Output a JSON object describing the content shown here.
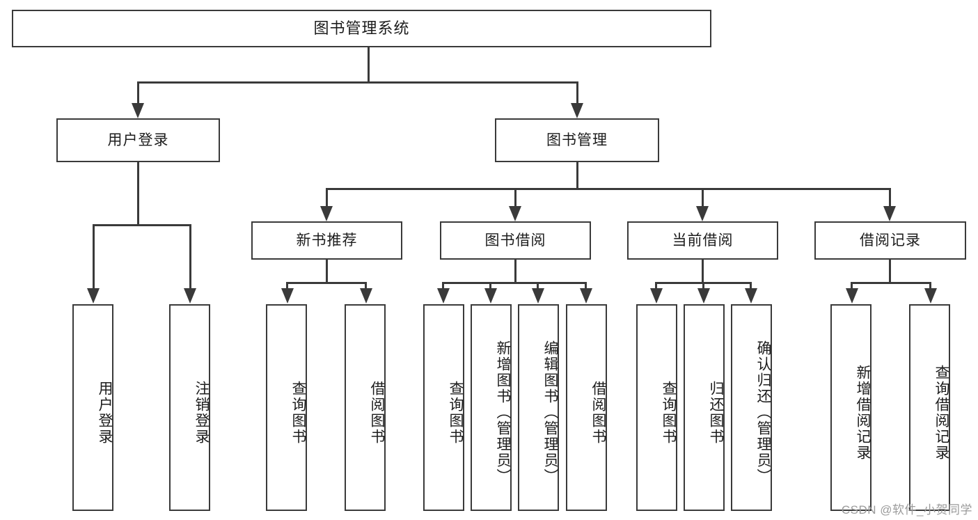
{
  "diagram": {
    "title": "图书管理系统",
    "type": "hierarchy-tree",
    "watermark": "CSDN @软件_小贺同学",
    "accent_color": "#3a3a3a",
    "background_color": "#ffffff",
    "text_color": "#1c1c1c",
    "watermark_color": "#9b9b9b"
  },
  "nodes": {
    "root": {
      "label": "图书管理系统"
    },
    "level2": [
      {
        "label": "用户登录"
      },
      {
        "label": "图书管理"
      }
    ],
    "level3": [
      {
        "label": "新书推荐"
      },
      {
        "label": "图书借阅"
      },
      {
        "label": "当前借阅"
      },
      {
        "label": "借阅记录"
      }
    ],
    "leaves": {
      "user_login": [
        {
          "label": "用户登录"
        },
        {
          "label": "注销登录"
        }
      ],
      "new_book": [
        {
          "label": "查询图书"
        },
        {
          "label": "借阅图书"
        }
      ],
      "book_borrow": [
        {
          "label": "查询图书"
        },
        {
          "label": "新增图书（管理员）"
        },
        {
          "label": "编辑图书（管理员）"
        },
        {
          "label": "借阅图书"
        }
      ],
      "current_borrow": [
        {
          "label": "查询图书"
        },
        {
          "label": "归还图书"
        },
        {
          "label": "确认归还（管理员）"
        }
      ],
      "borrow_record": [
        {
          "label": "新增借阅记录"
        },
        {
          "label": "查询借阅记录"
        }
      ]
    }
  },
  "chart_data": {
    "type": "table",
    "title": "图书管理系统 功能结构图",
    "tree": {
      "name": "图书管理系统",
      "children": [
        {
          "name": "用户登录",
          "children": [
            {
              "name": "用户登录"
            },
            {
              "name": "注销登录"
            }
          ]
        },
        {
          "name": "图书管理",
          "children": [
            {
              "name": "新书推荐",
              "children": [
                {
                  "name": "查询图书"
                },
                {
                  "name": "借阅图书"
                }
              ]
            },
            {
              "name": "图书借阅",
              "children": [
                {
                  "name": "查询图书"
                },
                {
                  "name": "新增图书（管理员）"
                },
                {
                  "name": "编辑图书（管理员）"
                },
                {
                  "name": "借阅图书"
                }
              ]
            },
            {
              "name": "当前借阅",
              "children": [
                {
                  "name": "查询图书"
                },
                {
                  "name": "归还图书"
                },
                {
                  "name": "确认归还（管理员）"
                }
              ]
            },
            {
              "name": "借阅记录",
              "children": [
                {
                  "name": "新增借阅记录"
                },
                {
                  "name": "查询借阅记录"
                }
              ]
            }
          ]
        }
      ]
    }
  }
}
